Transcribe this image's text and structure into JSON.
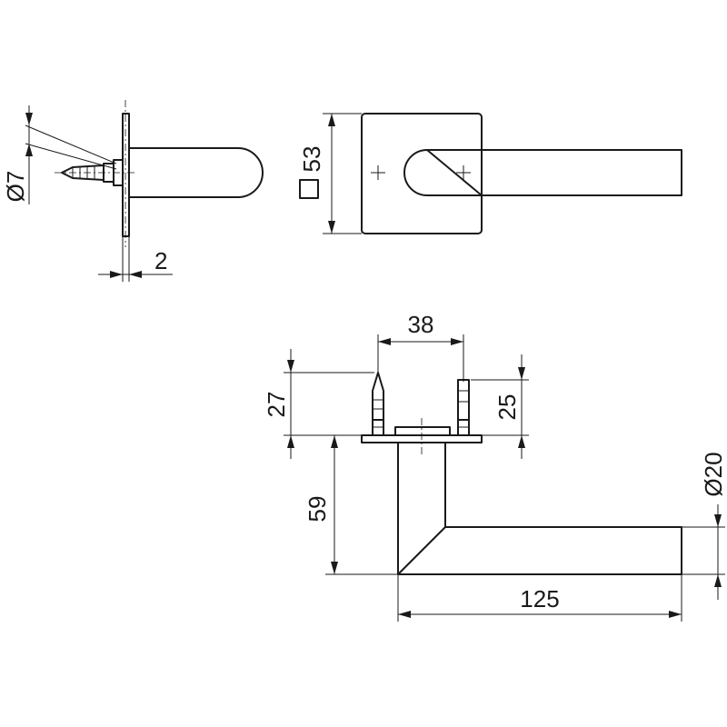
{
  "views": {
    "side_view": {
      "dims": {
        "diameter_spindle": "Ø7",
        "rose_thickness": "2"
      }
    },
    "front_view": {
      "dims": {
        "square_rose": "53"
      }
    },
    "top_view": {
      "dims": {
        "screw_spacing": "38",
        "left_screw_height": "27",
        "right_screw_height": "25",
        "lever_projection": "59",
        "lever_diameter": "Ø20",
        "lever_length": "125"
      }
    }
  }
}
